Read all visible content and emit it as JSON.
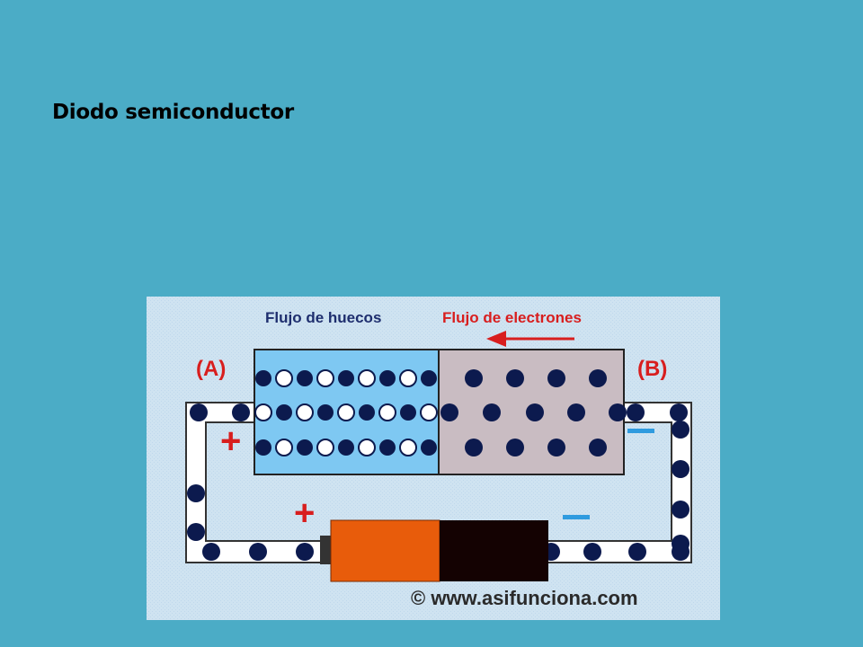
{
  "slide": {
    "title": "Diodo semiconductor"
  },
  "diagram": {
    "label_holes_flow": "Flujo de huecos",
    "label_electron_flow": "Flujo de electrones",
    "label_terminal_a": "(A)",
    "label_terminal_b": "(B)",
    "sign_plus_left": "+",
    "sign_minus_right": "−",
    "battery_plus": "+",
    "battery_minus": "−",
    "credit": "© www.asifunciona.com",
    "colors": {
      "background": "#4BACC6",
      "p_region": "#7EC8F2",
      "n_region": "#C9BCC2",
      "battery_positive": "#E85C0B",
      "battery_negative": "#140202",
      "electron": "#0C1A4E",
      "arrow": "#D81E1E",
      "holes_label": "#1E2E6E",
      "minus_sign": "#2F9BDF",
      "credit": "#2A2A2A"
    }
  }
}
